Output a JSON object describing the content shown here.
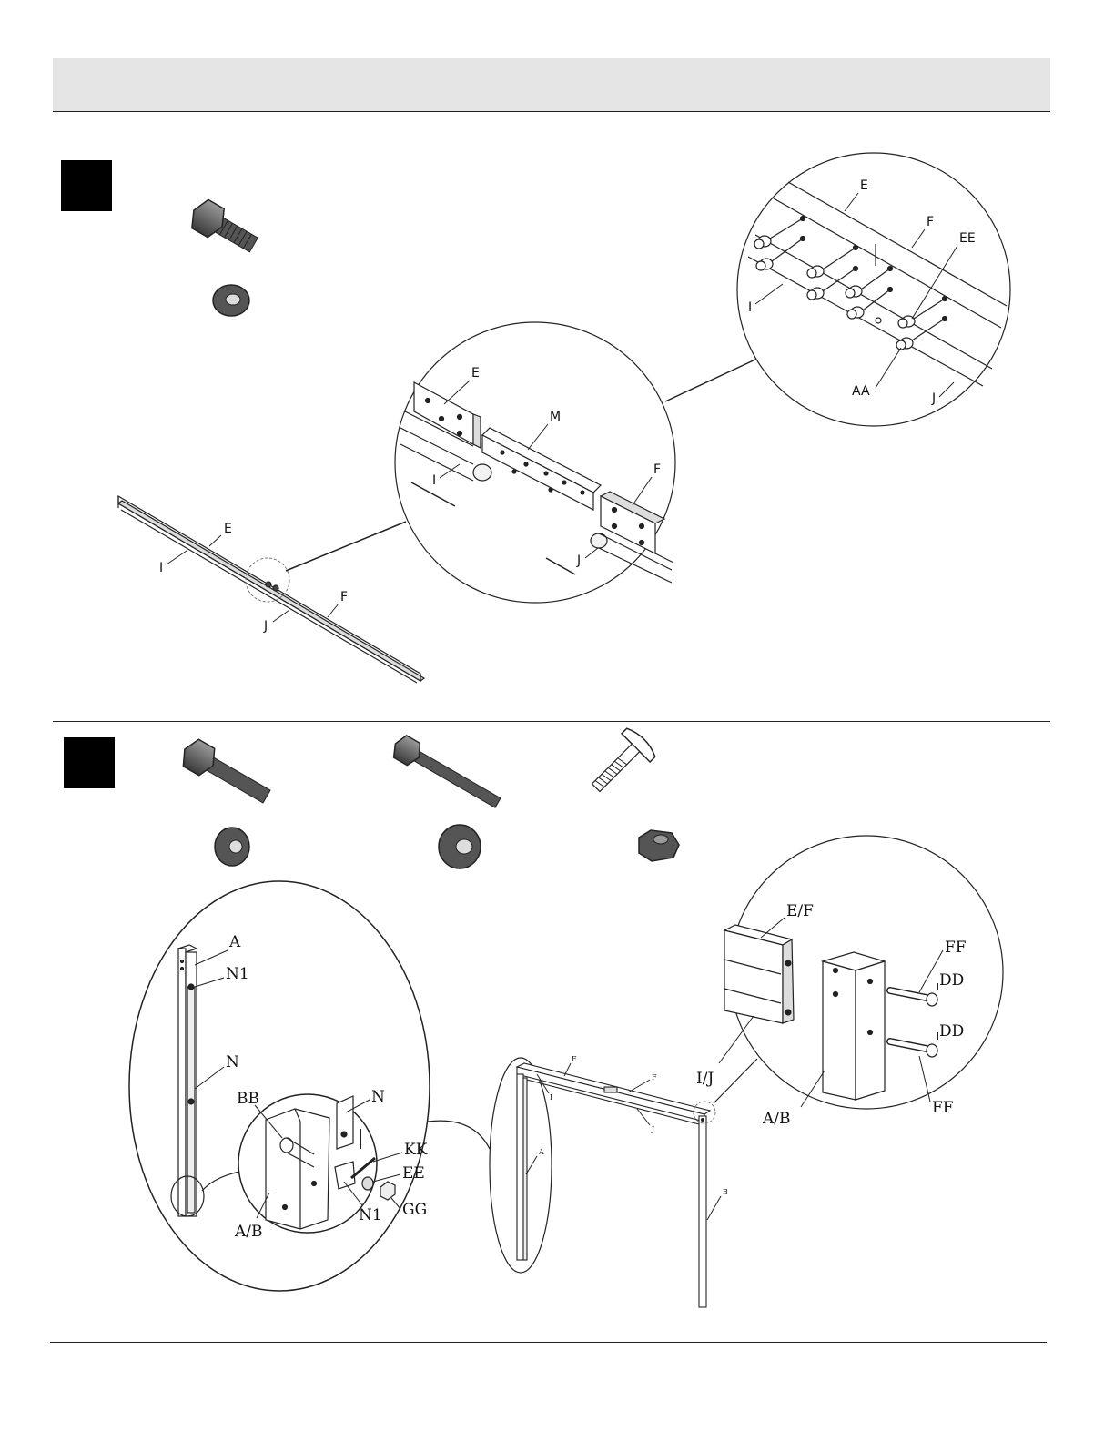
{
  "step1": {
    "labels": {
      "main_e": "E",
      "main_i": "I",
      "main_f": "F",
      "main_j": "J",
      "mid_e": "E",
      "mid_m": "M",
      "mid_f": "F",
      "mid_i": "I",
      "mid_j": "J",
      "top_e": "E",
      "top_f": "F",
      "top_ee": "EE",
      "top_i": "I",
      "top_aa": "AA",
      "top_j": "J"
    }
  },
  "step2": {
    "labels": {
      "post_a": "A",
      "post_n1": "N1",
      "post_n": "N",
      "det_bb": "BB",
      "det_n": "N",
      "det_kk": "KK",
      "det_ee": "EE",
      "det_ab": "A/B",
      "det_n1": "N1",
      "det_gg": "GG",
      "frame_e": "E",
      "frame_f": "F",
      "frame_i": "I",
      "frame_j": "J",
      "frame_a": "A",
      "frame_b": "B",
      "corner_ef": "E/F",
      "corner_ff1": "FF",
      "corner_dd1": "DD",
      "corner_dd2": "DD",
      "corner_ij": "I/J",
      "corner_ab": "A/B",
      "corner_ff2": "FF"
    }
  }
}
